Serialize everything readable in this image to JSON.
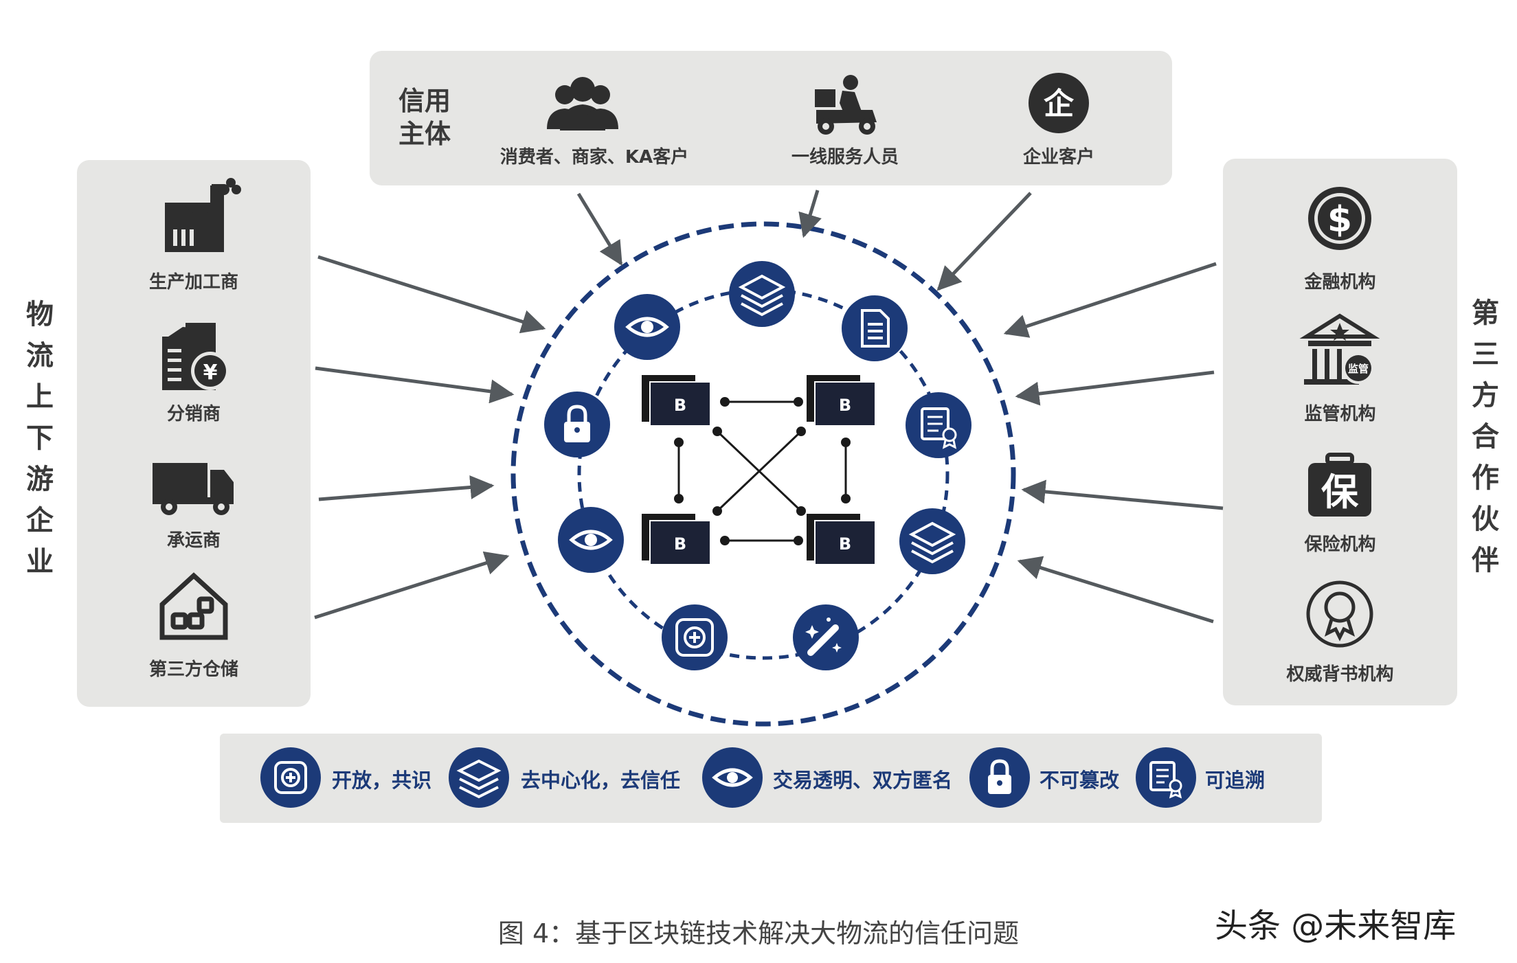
{
  "top_panel": {
    "title_line1": "信用",
    "title_line2": "主体",
    "items": [
      {
        "label": "消费者、商家、KA客户",
        "icon": "people-group-icon"
      },
      {
        "label": "一线服务人员",
        "icon": "delivery-rider-icon"
      },
      {
        "label": "企业客户",
        "icon": "enterprise-icon",
        "glyph": "企"
      }
    ]
  },
  "left_panel": {
    "side_title": [
      "物",
      "流",
      "上",
      "下",
      "游",
      "企",
      "业"
    ],
    "items": [
      {
        "label": "生产加工商",
        "icon": "factory-icon"
      },
      {
        "label": "分销商",
        "icon": "distributor-building-icon",
        "glyph": "¥"
      },
      {
        "label": "承运商",
        "icon": "truck-icon"
      },
      {
        "label": "第三方仓储",
        "icon": "warehouse-icon"
      }
    ]
  },
  "right_panel": {
    "side_title": [
      "第",
      "三",
      "方",
      "合",
      "作",
      "伙",
      "伴"
    ],
    "items": [
      {
        "label": "金融机构",
        "icon": "dollar-coin-icon",
        "glyph": "$"
      },
      {
        "label": "监管机构",
        "icon": "regulator-building-icon",
        "glyph": "监管"
      },
      {
        "label": "保险机构",
        "icon": "insurance-briefcase-icon",
        "glyph": "保"
      },
      {
        "label": "权威背书机构",
        "icon": "certification-badge-icon"
      }
    ]
  },
  "network": {
    "block_label": "B",
    "ring_icons": [
      "eye-icon",
      "layers-icon",
      "document-icon",
      "lock-icon",
      "certificate-icon",
      "eye-icon",
      "layers-icon",
      "open-plus-icon",
      "magic-wand-icon"
    ]
  },
  "bottom_panel": {
    "items": [
      {
        "label": "开放，共识",
        "icon": "open-plus-icon"
      },
      {
        "label": "去中心化，去信任",
        "icon": "layers-icon"
      },
      {
        "label": "交易透明、双方匿名",
        "icon": "eye-icon"
      },
      {
        "label": "不可篡改",
        "icon": "lock-icon"
      },
      {
        "label": "可追溯",
        "icon": "certificate-icon"
      }
    ]
  },
  "caption": "图 4：基于区块链技术解决大物流的信任问题",
  "watermark": "头条 @未来智库",
  "colors": {
    "navy": "#1c3a78",
    "panel": "#e6e6e4",
    "dark": "#2e2e2e",
    "arrow": "#555a5e"
  }
}
